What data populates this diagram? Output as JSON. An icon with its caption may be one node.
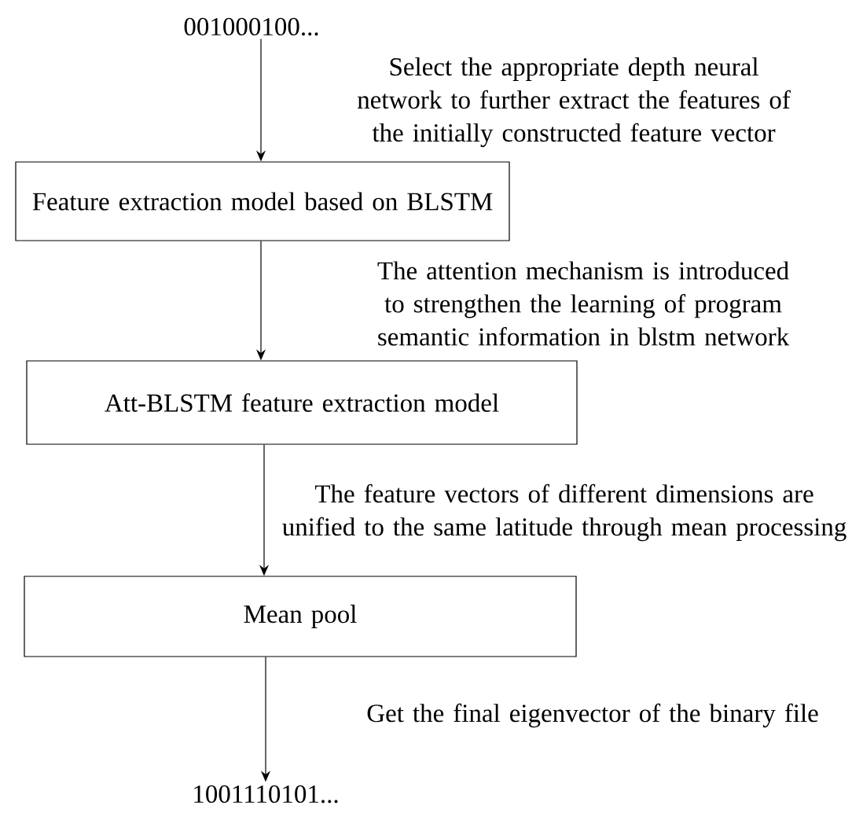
{
  "diagram": {
    "nodes": [
      {
        "text": [
          "001000100..."
        ]
      },
      {
        "text": [
          "Feature extraction model based on BLSTM"
        ]
      },
      {
        "text": [
          "Att-BLSTM feature extraction model"
        ]
      },
      {
        "text": [
          "Mean pool"
        ]
      },
      {
        "text": [
          "1001110101..."
        ]
      }
    ],
    "edges": [
      {
        "from": 0,
        "to": 1,
        "arrow": "to",
        "label": "Select the appropriate depth neural network to further extract the features of the initially constructed feature vector"
      },
      {
        "from": 1,
        "to": 2,
        "arrow": "to",
        "label": "The attention mechanism is introduced to strengthen the learning of program semantic information in blstm network"
      },
      {
        "from": 2,
        "to": 3,
        "arrow": "to",
        "label": "The feature vectors of different dimensions are unified to the same latitude through mean processing"
      },
      {
        "from": 3,
        "to": 4,
        "arrow": "to",
        "label": "Get the final eigenvector of the binary file"
      }
    ]
  }
}
